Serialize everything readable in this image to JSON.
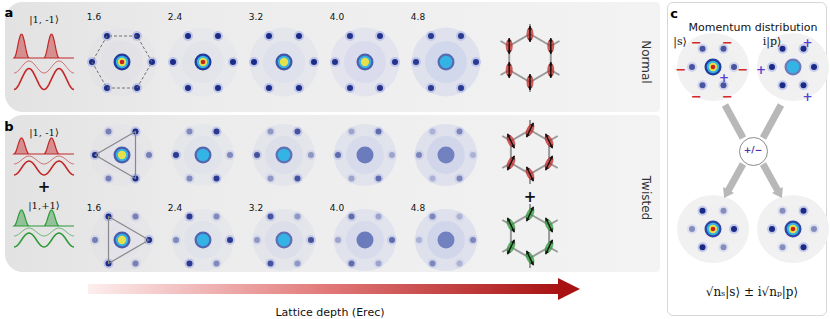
{
  "diagram": {
    "nodes": [
      {
        "text": [
          "Normal"
        ]
      },
      {
        "text": [
          "Twisted"
        ]
      },
      {
        "text": [
          "Momentum distribution"
        ]
      },
      {
        "text": [
          "+/−"
        ],
        "in": 2
      }
    ],
    "labels": [
      "a",
      "|1, -1⟩",
      "1.6",
      "2.4",
      "3.2",
      "4.0",
      "4.8",
      "b",
      "|1, -1⟩",
      "+",
      "|1,+1⟩",
      "1.6",
      "2.4",
      "3.2",
      "4.0",
      "4.8",
      "+",
      "c",
      "|s⟩",
      "−",
      "−",
      "−",
      "−",
      "−",
      "−",
      "+",
      "i|p⟩",
      "+",
      "+",
      "+",
      "√nₛ|s⟩ ± i√nₚ|p⟩",
      "Lattice depth (Erec)"
    ]
  }
}
